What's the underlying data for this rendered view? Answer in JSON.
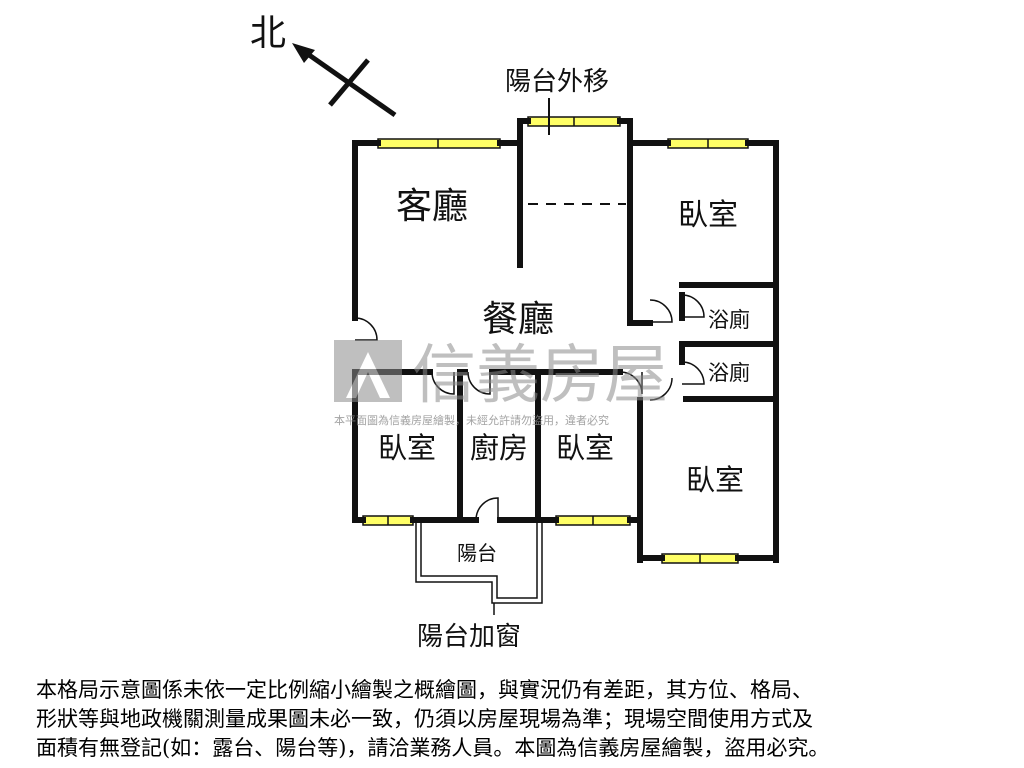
{
  "compass": {
    "north_label": "北"
  },
  "annotations": {
    "balcony_moved_out": "陽台外移",
    "balcony_window_added": "陽台加窗"
  },
  "rooms": {
    "living_room": "客廳",
    "dining_room": "餐廳",
    "bedroom_ne": "臥室",
    "bathroom_1": "浴廁",
    "bathroom_2": "浴廁",
    "bedroom_sw": "臥室",
    "kitchen": "廚房",
    "bedroom_s": "臥室",
    "bedroom_se": "臥室",
    "balcony": "陽台"
  },
  "watermark": {
    "brand": "信義房屋",
    "notice": "本平面圖為信義房屋繪製，未經允許請勿盜用，違者必究"
  },
  "disclaimer": {
    "line1": "本格局示意圖係未依一定比例縮小繪製之概繪圖，與實況仍有差距，其方位、格局、",
    "line2": "形狀等與地政機關測量成果圖未必一致，仍須以房屋現場為準；現場空間使用方式及",
    "line3": "面積有無登記(如：露台、陽台等)，請洽業務人員。本圖為信義房屋繪製，盜用必究。"
  },
  "colors": {
    "wall": "#111111",
    "window_fill": "#ffff66",
    "watermark": "#8c8c8c"
  }
}
